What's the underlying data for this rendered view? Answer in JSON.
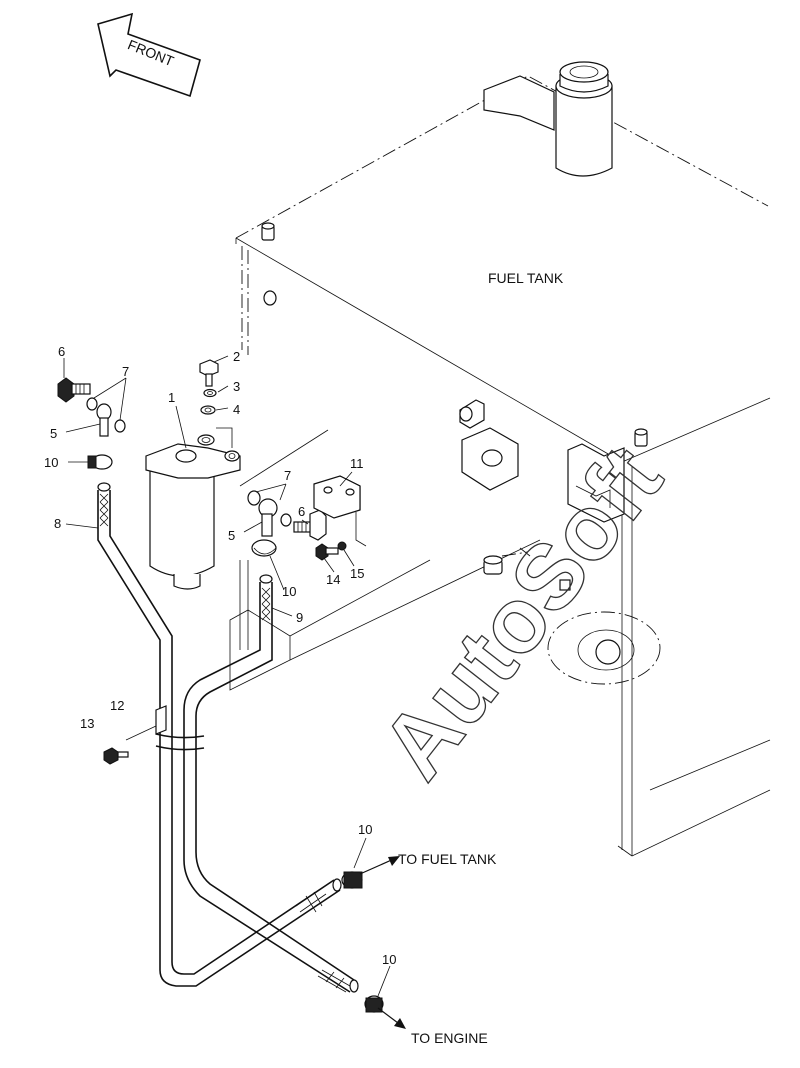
{
  "front_label": "FRONT",
  "fuel_tank_label": "FUEL TANK",
  "to_fuel_tank_label": "TO FUEL TANK",
  "to_engine_label": "TO ENGINE",
  "watermark": "AutoSoft",
  "callouts": {
    "c1": "1",
    "c2": "2",
    "c3": "3",
    "c4": "4",
    "c5a": "5",
    "c5b": "5",
    "c6a": "6",
    "c6b": "6",
    "c7a": "7",
    "c7b": "7",
    "c8": "8",
    "c9": "9",
    "c10a": "10",
    "c10b": "10",
    "c10c": "10",
    "c10d": "10",
    "c11": "11",
    "c12": "12",
    "c13": "13",
    "c14": "14",
    "c15": "15"
  }
}
